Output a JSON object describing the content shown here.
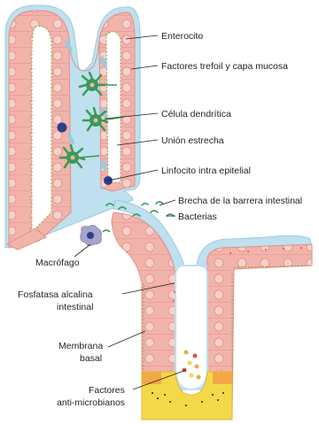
{
  "labels": {
    "enterocito": "Enterocito",
    "factores_trefoil": "Factores trefoil y capa mucosa",
    "celula_dendritica": "Célula dendrítica",
    "union_estrecha": "Unión estrecha",
    "linfocito": "Linfocito intra epitelial",
    "brecha": "Brecha de la barrera intestinal",
    "bacterias": "Bacterias",
    "macrofago": "Macrófago",
    "fosfatasa_1": "Fosfatasa alcalina",
    "fosfatasa_2": "intestinal",
    "membrana_1": "Membrana",
    "membrana_2": "basal",
    "factores_anti_1": "Factores",
    "factores_anti_2": "anti-microbianos"
  },
  "colors": {
    "cell_fill": "#f2b3aa",
    "cell_stroke": "#e08f86",
    "nucleus": "#f7d0cc",
    "mucus": "#bfe0ee",
    "mucus_stroke": "#9ccbe0",
    "basal": "#6fb34e",
    "dendritic": "#3a9a58",
    "lymphocyte": "#2b3e8c",
    "macrophage": "#a7a3c9",
    "paneth": "#f3d84a",
    "paneth_orange": "#f2a845",
    "bacteria": "#3aa060",
    "granule_red": "#d8544a",
    "text": "#231f20"
  }
}
